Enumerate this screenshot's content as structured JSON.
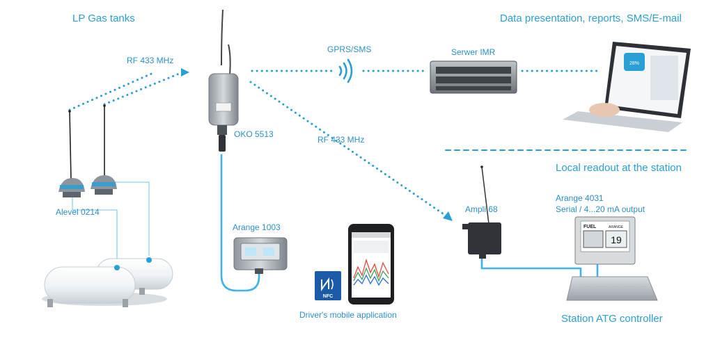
{
  "headings": {
    "lp_gas_tanks": "LP Gas tanks",
    "data_presentation": "Data presentation, reports, SMS/E-mail",
    "local_readout": "Local readout at the station"
  },
  "links": {
    "rf_433_left": "RF 433 MHz",
    "gprs_sms": "GPRS/SMS",
    "rf_433_right": "RF 433 MHz"
  },
  "devices": {
    "oko": "OKO 5513",
    "alevel": "Alevel 0214",
    "arange_1003": "Arange 1003",
    "serwer": "Serwer IMR",
    "ampli": "Ampli 68",
    "arange_4031_title": "Arange 4031",
    "arange_4031_sub": "Serial / 4...20 mA output",
    "atg": "Station ATG controller",
    "mobile_app": "Driver's mobile application"
  },
  "device_text": {
    "nfc": "NFC",
    "fuel": "FUEL",
    "arange_panel": "ARANGE",
    "display_value": "19",
    "laptop_gauge": "28%"
  },
  "colors": {
    "accent": "#2a9fd6",
    "cable": "#3fb3e6",
    "dots": "#2a9fd6"
  }
}
